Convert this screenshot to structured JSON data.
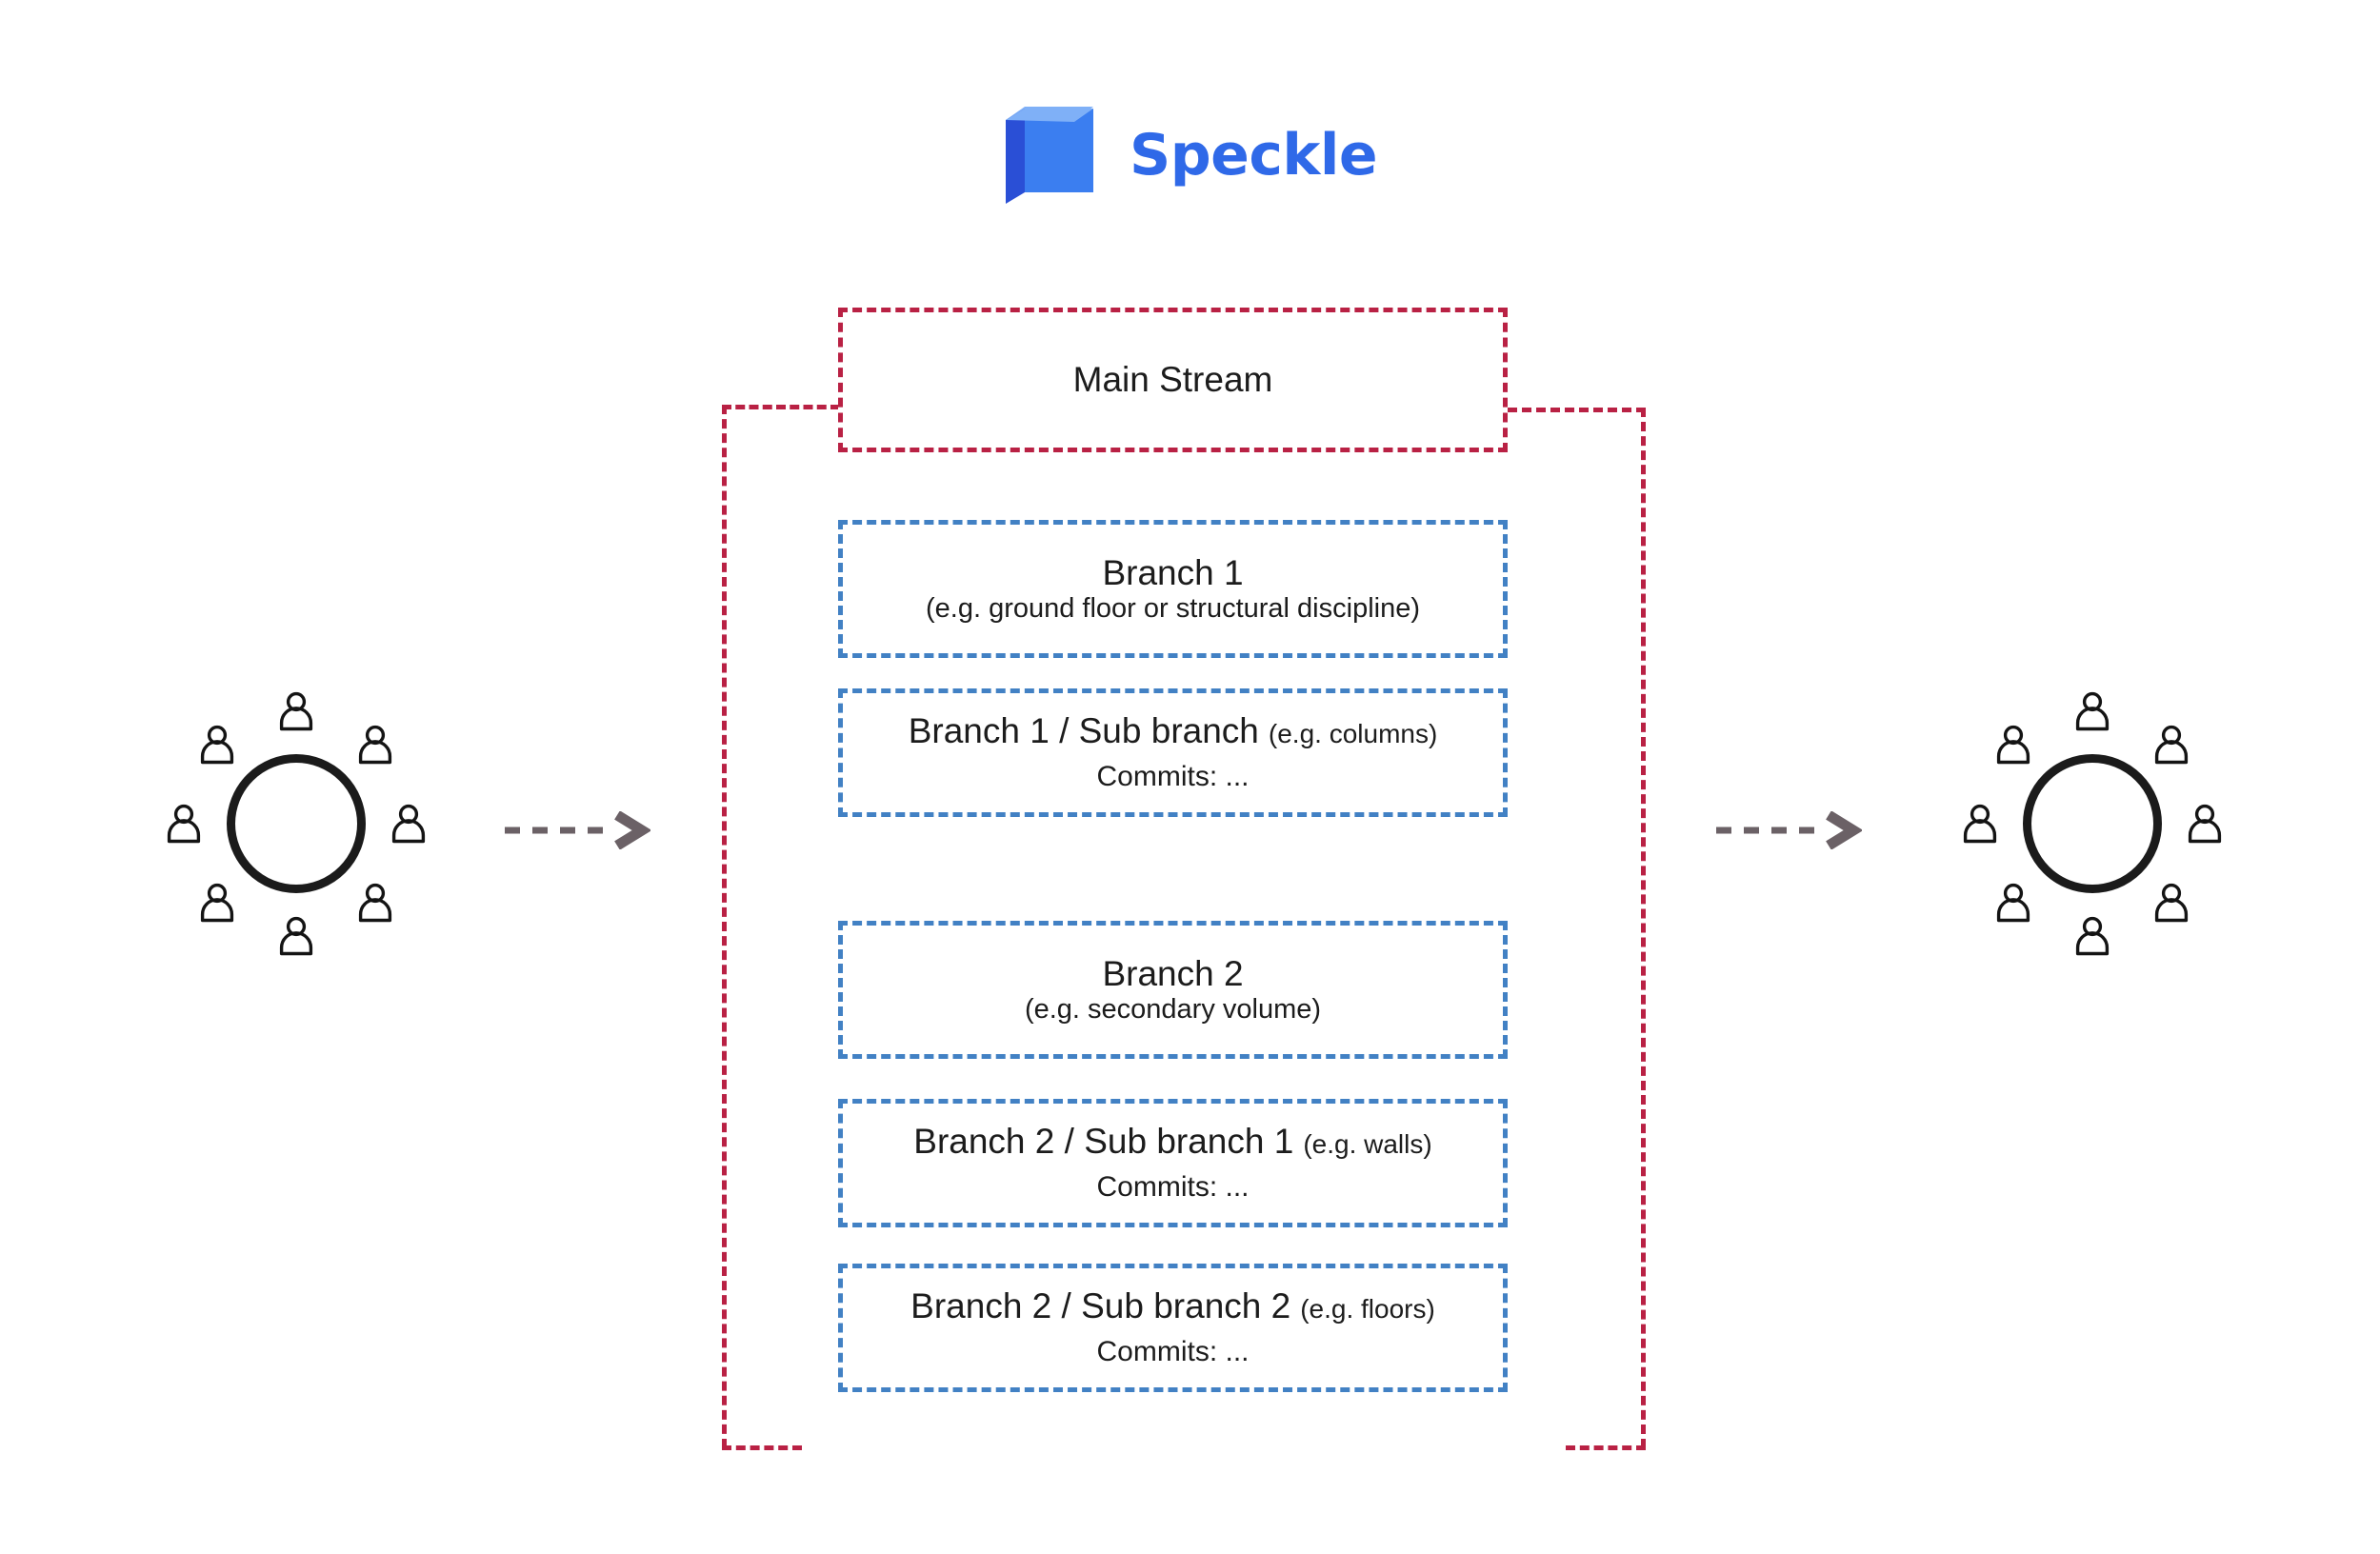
{
  "brand": {
    "name": "Speckle",
    "logo_icon": "speckle-cube-icon",
    "color": "#2f69e8",
    "cube_front": "#3b7ef0",
    "cube_top": "#7fb0f7",
    "cube_side": "#2a4fd6"
  },
  "colors": {
    "stream_border": "#b92144",
    "branch_border": "#4281c4",
    "arrow": "#6b6166",
    "ring": "#1b1b1b",
    "text": "#1c1c1c",
    "background": "#ffffff"
  },
  "stream": {
    "label": "Main Stream"
  },
  "branches": [
    {
      "id": "branch-1",
      "title": "Branch 1",
      "note": "(e.g. ground floor or structural discipline)",
      "layout": "stacked",
      "commits": null
    },
    {
      "id": "branch-1-sub-branch",
      "title": "Branch 1 / Sub branch",
      "note": "(e.g. columns)",
      "layout": "inline",
      "commits": "Commits: ..."
    },
    {
      "id": "branch-2",
      "title": "Branch 2",
      "note": "(e.g. secondary volume)",
      "layout": "stacked",
      "commits": null
    },
    {
      "id": "branch-2-sub-branch-1",
      "title": "Branch 2 / Sub branch 1",
      "note": "(e.g. walls)",
      "layout": "inline",
      "commits": "Commits: ..."
    },
    {
      "id": "branch-2-sub-branch-2",
      "title": "Branch 2 / Sub branch 2",
      "note": "(e.g. floors)",
      "layout": "inline",
      "commits": "Commits: ..."
    }
  ],
  "clusters": [
    {
      "id": "left-collaborators",
      "person_count": 8,
      "icon": "person-icon"
    },
    {
      "id": "right-collaborators",
      "person_count": 8,
      "icon": "person-icon"
    }
  ],
  "arrows": [
    {
      "id": "arrow-send",
      "icon": "dashed-arrow-right-icon",
      "direction": "right"
    },
    {
      "id": "arrow-receive",
      "icon": "dashed-arrow-right-icon",
      "direction": "right"
    }
  ]
}
